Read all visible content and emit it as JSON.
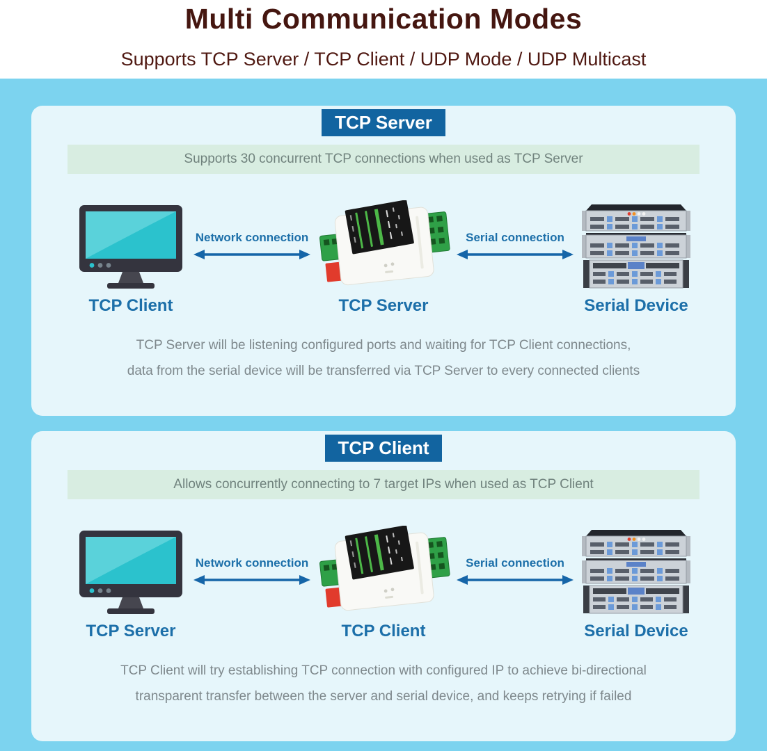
{
  "page": {
    "title": "Multi Communication Modes",
    "subtitle": "Supports TCP Server / TCP Client / UDP Mode / UDP Multicast"
  },
  "colors": {
    "title_text": "#451610",
    "stage_background": "#7cd3ef",
    "panel_background": "#e6f6fb",
    "badge_background": "#1264a0",
    "badge_text": "#ffffff",
    "banner_background": "#d8ede1",
    "banner_text": "#70827d",
    "label_blue": "#1c6fa9",
    "arrow_blue": "#1565a8",
    "description_text": "#7e888c",
    "monitor_screen_teal": "#2bc2cd",
    "terminal_green": "#2fa047",
    "clip_red": "#e13b2c"
  },
  "icons": {
    "monitor": "computer-monitor-icon",
    "device": "serial-converter-device-icon",
    "servers": "server-rack-icon",
    "arrow": "double-headed-arrow-icon"
  },
  "panels": [
    {
      "header": "TCP Server",
      "banner": "Supports 30 concurrent TCP connections when used as TCP Server",
      "nodes": [
        {
          "label": "TCP Client",
          "icon": "computer-monitor-icon"
        },
        {
          "label": "TCP Server",
          "icon": "serial-converter-device-icon"
        },
        {
          "label": "Serial Device",
          "icon": "server-rack-icon"
        }
      ],
      "connections": [
        {
          "label": "Network connection"
        },
        {
          "label": "Serial connection"
        }
      ],
      "description": [
        "TCP Server will be listening configured ports and waiting for TCP Client connections,",
        "data from the serial device will be transferred via TCP Server to every connected clients"
      ]
    },
    {
      "header": "TCP Client",
      "banner": "Allows concurrently connecting to 7 target IPs when used as TCP Client",
      "nodes": [
        {
          "label": "TCP Server",
          "icon": "computer-monitor-icon"
        },
        {
          "label": "TCP Client",
          "icon": "serial-converter-device-icon"
        },
        {
          "label": "Serial Device",
          "icon": "server-rack-icon"
        }
      ],
      "connections": [
        {
          "label": "Network connection"
        },
        {
          "label": "Serial connection"
        }
      ],
      "description": [
        "TCP Client will try establishing TCP connection with configured IP to achieve bi-directional",
        "transparent transfer between the server and serial device, and keeps retrying if failed"
      ]
    }
  ]
}
